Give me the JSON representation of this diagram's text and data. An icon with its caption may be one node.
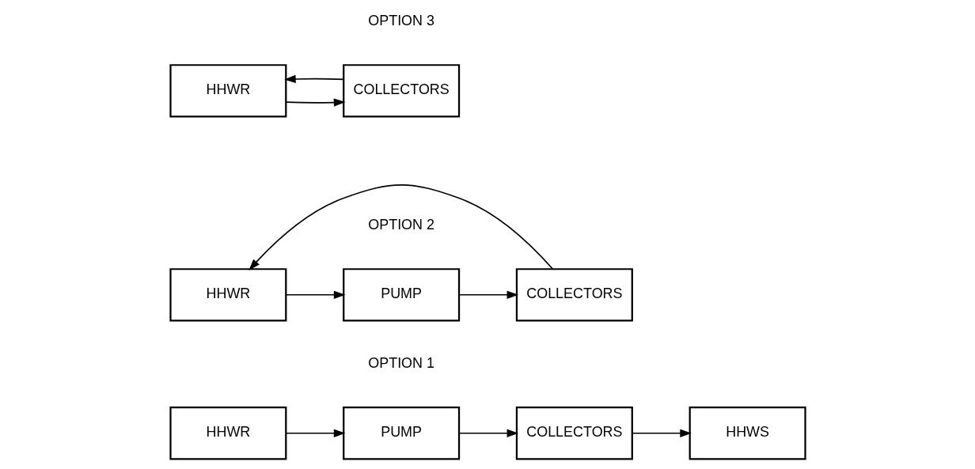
{
  "diagram": {
    "nodes": [
      {
        "text": [
          "HHWR"
        ]
      },
      {
        "text": [
          "PUMP"
        ]
      },
      {
        "text": [
          "COLLECTORS"
        ]
      },
      {
        "text": [
          "HHWS"
        ]
      },
      {
        "text": [
          "HHWR"
        ]
      },
      {
        "text": [
          "PUMP"
        ]
      },
      {
        "text": [
          "COLLECTORS"
        ]
      },
      {
        "text": [
          "HHWR"
        ]
      },
      {
        "text": [
          "COLLECTORS"
        ]
      }
    ],
    "edges": [
      {
        "from": 0,
        "to": 1,
        "arrow": "to"
      },
      {
        "from": 1,
        "to": 2,
        "arrow": "to"
      },
      {
        "from": 2,
        "to": 3,
        "arrow": "to"
      },
      {
        "from": 4,
        "to": 5,
        "arrow": "to"
      },
      {
        "from": 5,
        "to": 6,
        "arrow": "to"
      },
      {
        "from": 6,
        "to": 4,
        "arrow": "to"
      },
      {
        "from": 7,
        "to": 8,
        "arrow": "to"
      },
      {
        "from": 8,
        "to": 7,
        "arrow": "to"
      }
    ],
    "labels": [
      "OPTION 1",
      "OPTION 2",
      "OPTION 3"
    ]
  }
}
